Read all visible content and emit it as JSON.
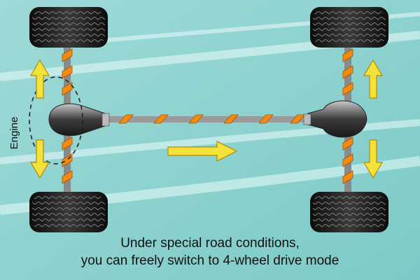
{
  "diagram": {
    "engine_label": "Engine",
    "caption_line1": "Under special road conditions,",
    "caption_line2": "you can freely switch to 4-wheel drive mode"
  },
  "colors": {
    "background": "#8fd3d0",
    "tire": "#1d1d1d",
    "shaft": "#8a8a8a",
    "spiral": "#f28c10",
    "arrow": "#f4e13a"
  }
}
